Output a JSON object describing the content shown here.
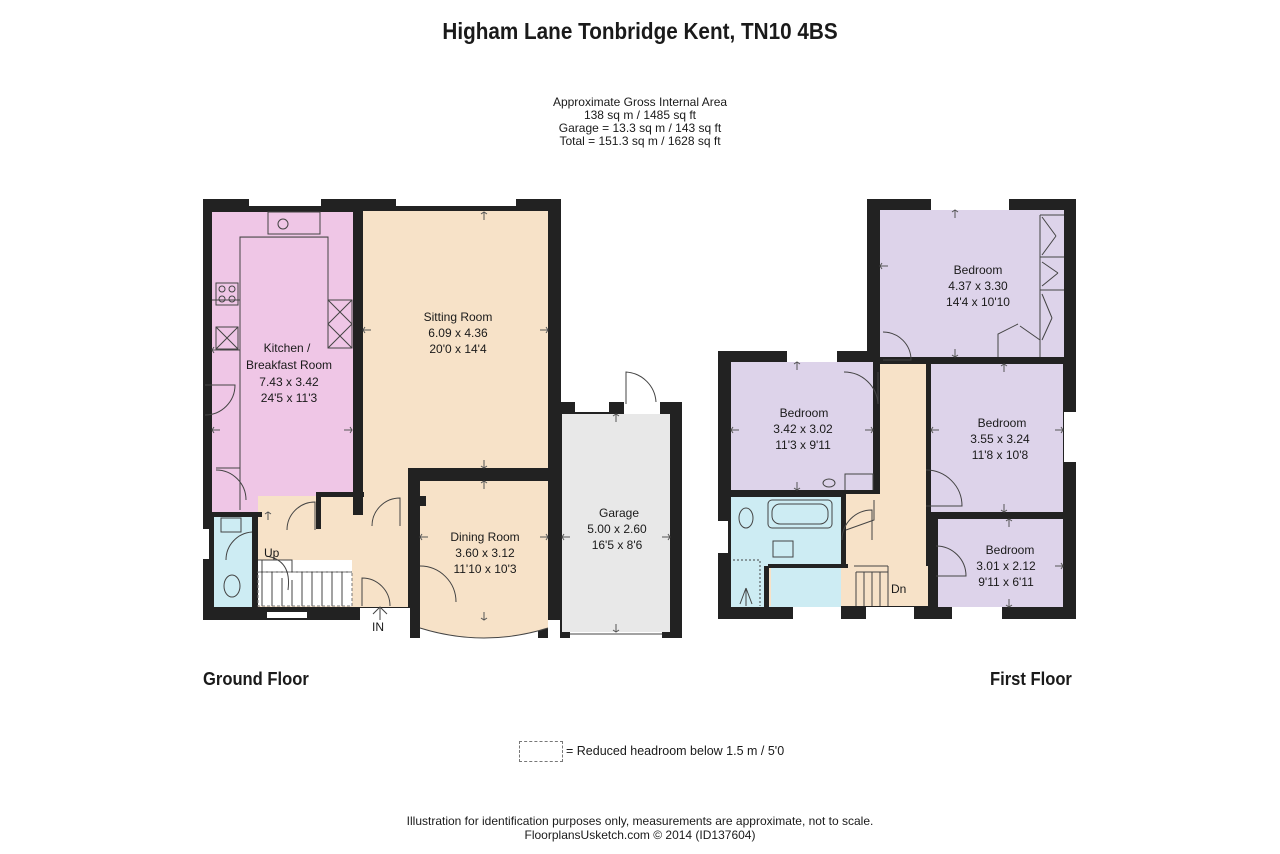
{
  "title": "Higham Lane Tonbridge Kent, TN10 4BS",
  "area": {
    "line1": "Approximate Gross Internal Area",
    "line2": "138 sq m / 1485 sq ft",
    "line3": "Garage = 13.3 sq m / 143 sq ft",
    "line4": "Total = 151.3 sq m / 1628 sq ft"
  },
  "colors": {
    "kitchen": "#efc6e6",
    "sitting": "#f7e2c8",
    "garage": "#e8e8e8",
    "bedroom": "#ddd3ea",
    "bathroom": "#cdecf3",
    "wall": "#222222"
  },
  "ground_floor": {
    "label": "Ground Floor",
    "rooms": {
      "kitchen": {
        "name_line1": "Kitchen /",
        "name_line2": "Breakfast Room",
        "metric": "7.43 x 3.42",
        "imperial": "24'5 x 11'3"
      },
      "sitting": {
        "name": "Sitting Room",
        "metric": "6.09 x 4.36",
        "imperial": "20'0 x 14'4"
      },
      "dining": {
        "name": "Dining Room",
        "metric": "3.60 x 3.12",
        "imperial": "11'10 x 10'3"
      },
      "garage": {
        "name": "Garage",
        "metric": "5.00 x 2.60",
        "imperial": "16'5 x 8'6"
      }
    },
    "stairs_label": "Up",
    "entrance_label": "IN"
  },
  "first_floor": {
    "label": "First Floor",
    "rooms": {
      "bedroom1": {
        "name": "Bedroom",
        "metric": "4.37 x 3.30",
        "imperial": "14'4 x 10'10"
      },
      "bedroom2": {
        "name": "Bedroom",
        "metric": "3.42 x 3.02",
        "imperial": "11'3 x 9'11"
      },
      "bedroom3": {
        "name": "Bedroom",
        "metric": "3.55 x 3.24",
        "imperial": "11'8 x 10'8"
      },
      "bedroom4": {
        "name": "Bedroom",
        "metric": "3.01 x 2.12",
        "imperial": "9'11 x 6'11"
      }
    },
    "stairs_label": "Dn"
  },
  "legend": {
    "text": "= Reduced headroom below 1.5 m / 5'0"
  },
  "footer": {
    "line1": "Illustration for identification purposes only, measurements are approximate, not to scale.",
    "line2": "FloorplansUsketch.com © 2014 (ID137604)"
  }
}
